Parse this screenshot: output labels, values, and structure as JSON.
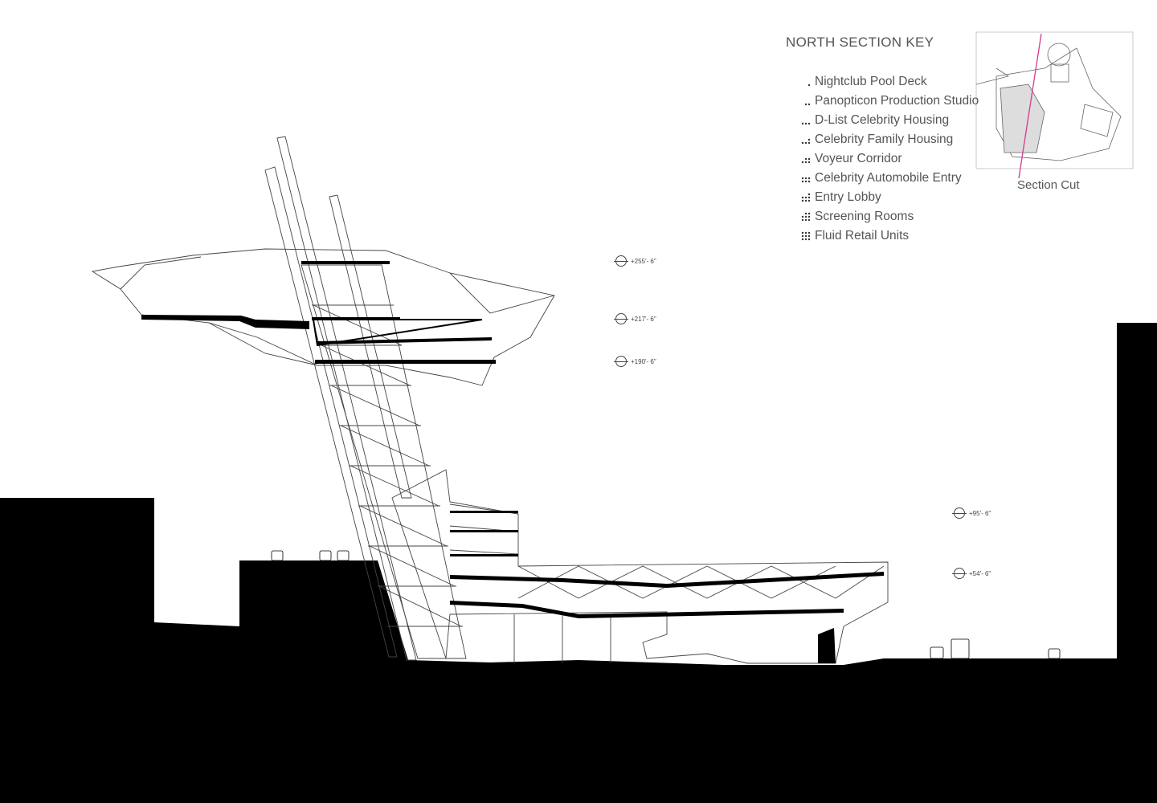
{
  "key": {
    "title": "NORTH SECTION KEY",
    "items": [
      {
        "label": "Nightclub Pool Deck",
        "dots": 1
      },
      {
        "label": "Panopticon Production Studio",
        "dots": 2
      },
      {
        "label": "D-List Celebrity Housing",
        "dots": 3
      },
      {
        "label": "Celebrity Family Housing",
        "dots": 4
      },
      {
        "label": "Voyeur Corridor",
        "dots": 5
      },
      {
        "label": "Celebrity Automobile Entry",
        "dots": 6
      },
      {
        "label": "Entry Lobby",
        "dots": 7
      },
      {
        "label": "Screening Rooms",
        "dots": 8
      },
      {
        "label": "Fluid Retail Units",
        "dots": 9
      }
    ]
  },
  "section_cut": {
    "label": "Section Cut",
    "accent_color": "#d63a8c"
  },
  "elevations": [
    {
      "label": "+255'- 6\""
    },
    {
      "label": "+217'- 6\""
    },
    {
      "label": "+190'- 6\""
    },
    {
      "label": "+95'- 6\""
    },
    {
      "label": "+54'- 6\""
    }
  ],
  "colors": {
    "ground": "#000000",
    "line": "#333333",
    "background": "#ffffff"
  }
}
